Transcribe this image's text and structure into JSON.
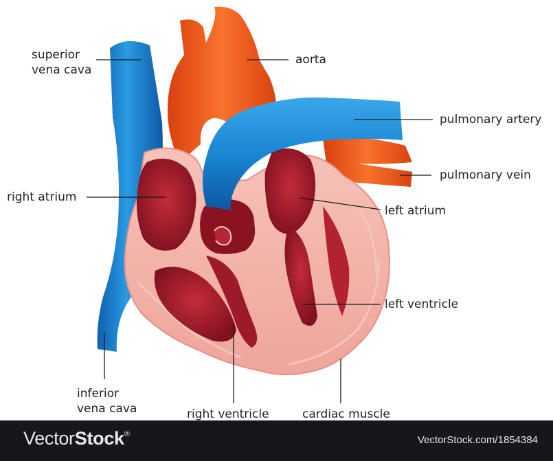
{
  "labels": {
    "superior_vena_cava": [
      "superior",
      "vena cava"
    ],
    "aorta": "aorta",
    "pulmonary_artery": "pulmonary artery",
    "pulmonary_vein": "pulmonary vein",
    "right_atrium": "right atrium",
    "left_atrium": "left atrium",
    "left_ventricle": "left ventricle",
    "inferior_vena_cava": [
      "inferior",
      "vena cava"
    ],
    "right_ventricle": "right ventricle",
    "cardiac_muscle": "cardiac muscle"
  },
  "footer": {
    "brand_regular": "Vector",
    "brand_bold": "Stock",
    "brand_mark": "®",
    "image_url": "VectorStock.com/1854384"
  },
  "colors": {
    "vein_blue": "#1a86d4",
    "artery_orange": "#ef5a1c",
    "muscle_pink": "#f4b6ad",
    "chamber_red": "#a51c2a",
    "footer_bg": "#15171b"
  }
}
